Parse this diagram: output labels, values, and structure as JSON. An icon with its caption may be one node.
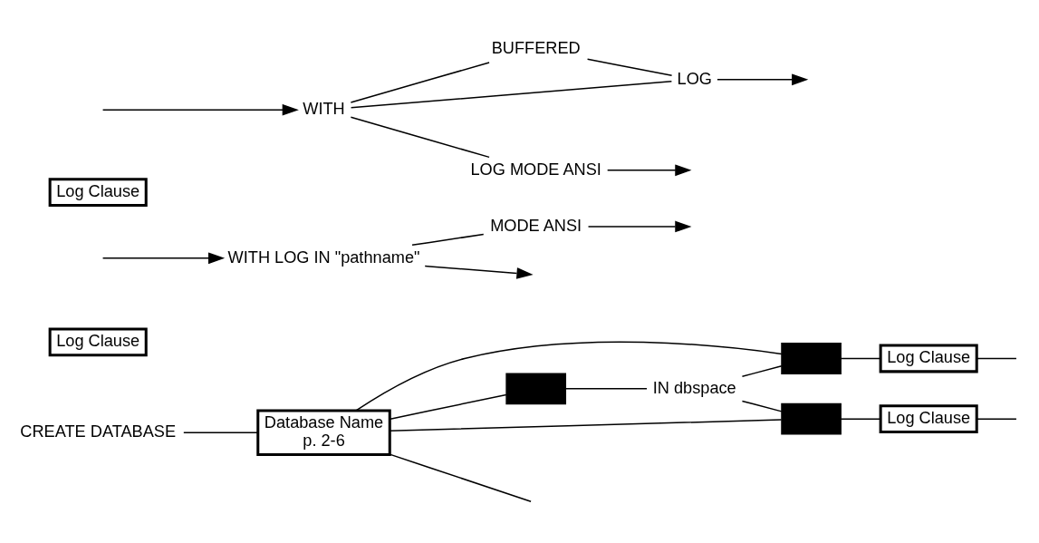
{
  "diagram": {
    "nodes": [
      {
        "text": [
          "CREATE DATABASE"
        ]
      },
      {
        "text": [
          "Database Name",
          "p. 2-6"
        ]
      },
      {
        "text": [],
        "shape": "box"
      },
      {
        "text": [
          "IN dbspace"
        ]
      },
      {
        "text": [],
        "shape": "box"
      },
      {
        "text": [
          "Log Clause"
        ]
      },
      {
        "text": [],
        "shape": "box"
      },
      {
        "text": [
          "Log Clause"
        ]
      },
      {
        "text": [
          "Log Clause"
        ]
      },
      {
        "text": [
          "WITH LOG IN \"pathname\""
        ]
      },
      {
        "text": [
          "MODE ANSI"
        ]
      },
      {
        "text": [
          "Log Clause"
        ]
      },
      {
        "text": [
          "WITH"
        ]
      },
      {
        "text": [
          "BUFFERED"
        ]
      },
      {
        "text": [
          "LOG"
        ]
      },
      {
        "text": [
          "LOG MODE ANSI"
        ]
      }
    ],
    "edges": [
      {
        "from": 0,
        "to": 1,
        "arrow": "none"
      },
      {
        "from": 1,
        "to": 2,
        "arrow": "none"
      },
      {
        "from": 2,
        "to": 3,
        "arrow": "none"
      },
      {
        "from": 1,
        "to": 4,
        "arrow": "none"
      },
      {
        "from": 1,
        "to": 6,
        "arrow": "none"
      },
      {
        "from": 3,
        "to": 4,
        "arrow": "none"
      },
      {
        "from": 3,
        "to": 6,
        "arrow": "none"
      },
      {
        "from": 4,
        "to": 5,
        "arrow": "none"
      },
      {
        "from": 6,
        "to": 7,
        "arrow": "none"
      },
      {
        "from": 1,
        "to": null,
        "arrow": "none"
      },
      {
        "from": 5,
        "to": null,
        "arrow": "none"
      },
      {
        "from": 7,
        "to": null,
        "arrow": "none"
      },
      {
        "from": null,
        "to": 9,
        "arrow": "to"
      },
      {
        "from": 9,
        "to": 10,
        "arrow": "none"
      },
      {
        "from": 9,
        "to": null,
        "arrow": "to"
      },
      {
        "from": 10,
        "to": null,
        "arrow": "to"
      },
      {
        "from": null,
        "to": 12,
        "arrow": "to"
      },
      {
        "from": 12,
        "to": 13,
        "arrow": "none"
      },
      {
        "from": 12,
        "to": 14,
        "arrow": "none"
      },
      {
        "from": 13,
        "to": 14,
        "arrow": "none"
      },
      {
        "from": 14,
        "to": null,
        "arrow": "to"
      },
      {
        "from": 12,
        "to": 15,
        "arrow": "none"
      },
      {
        "from": 15,
        "to": null,
        "arrow": "to"
      }
    ]
  }
}
